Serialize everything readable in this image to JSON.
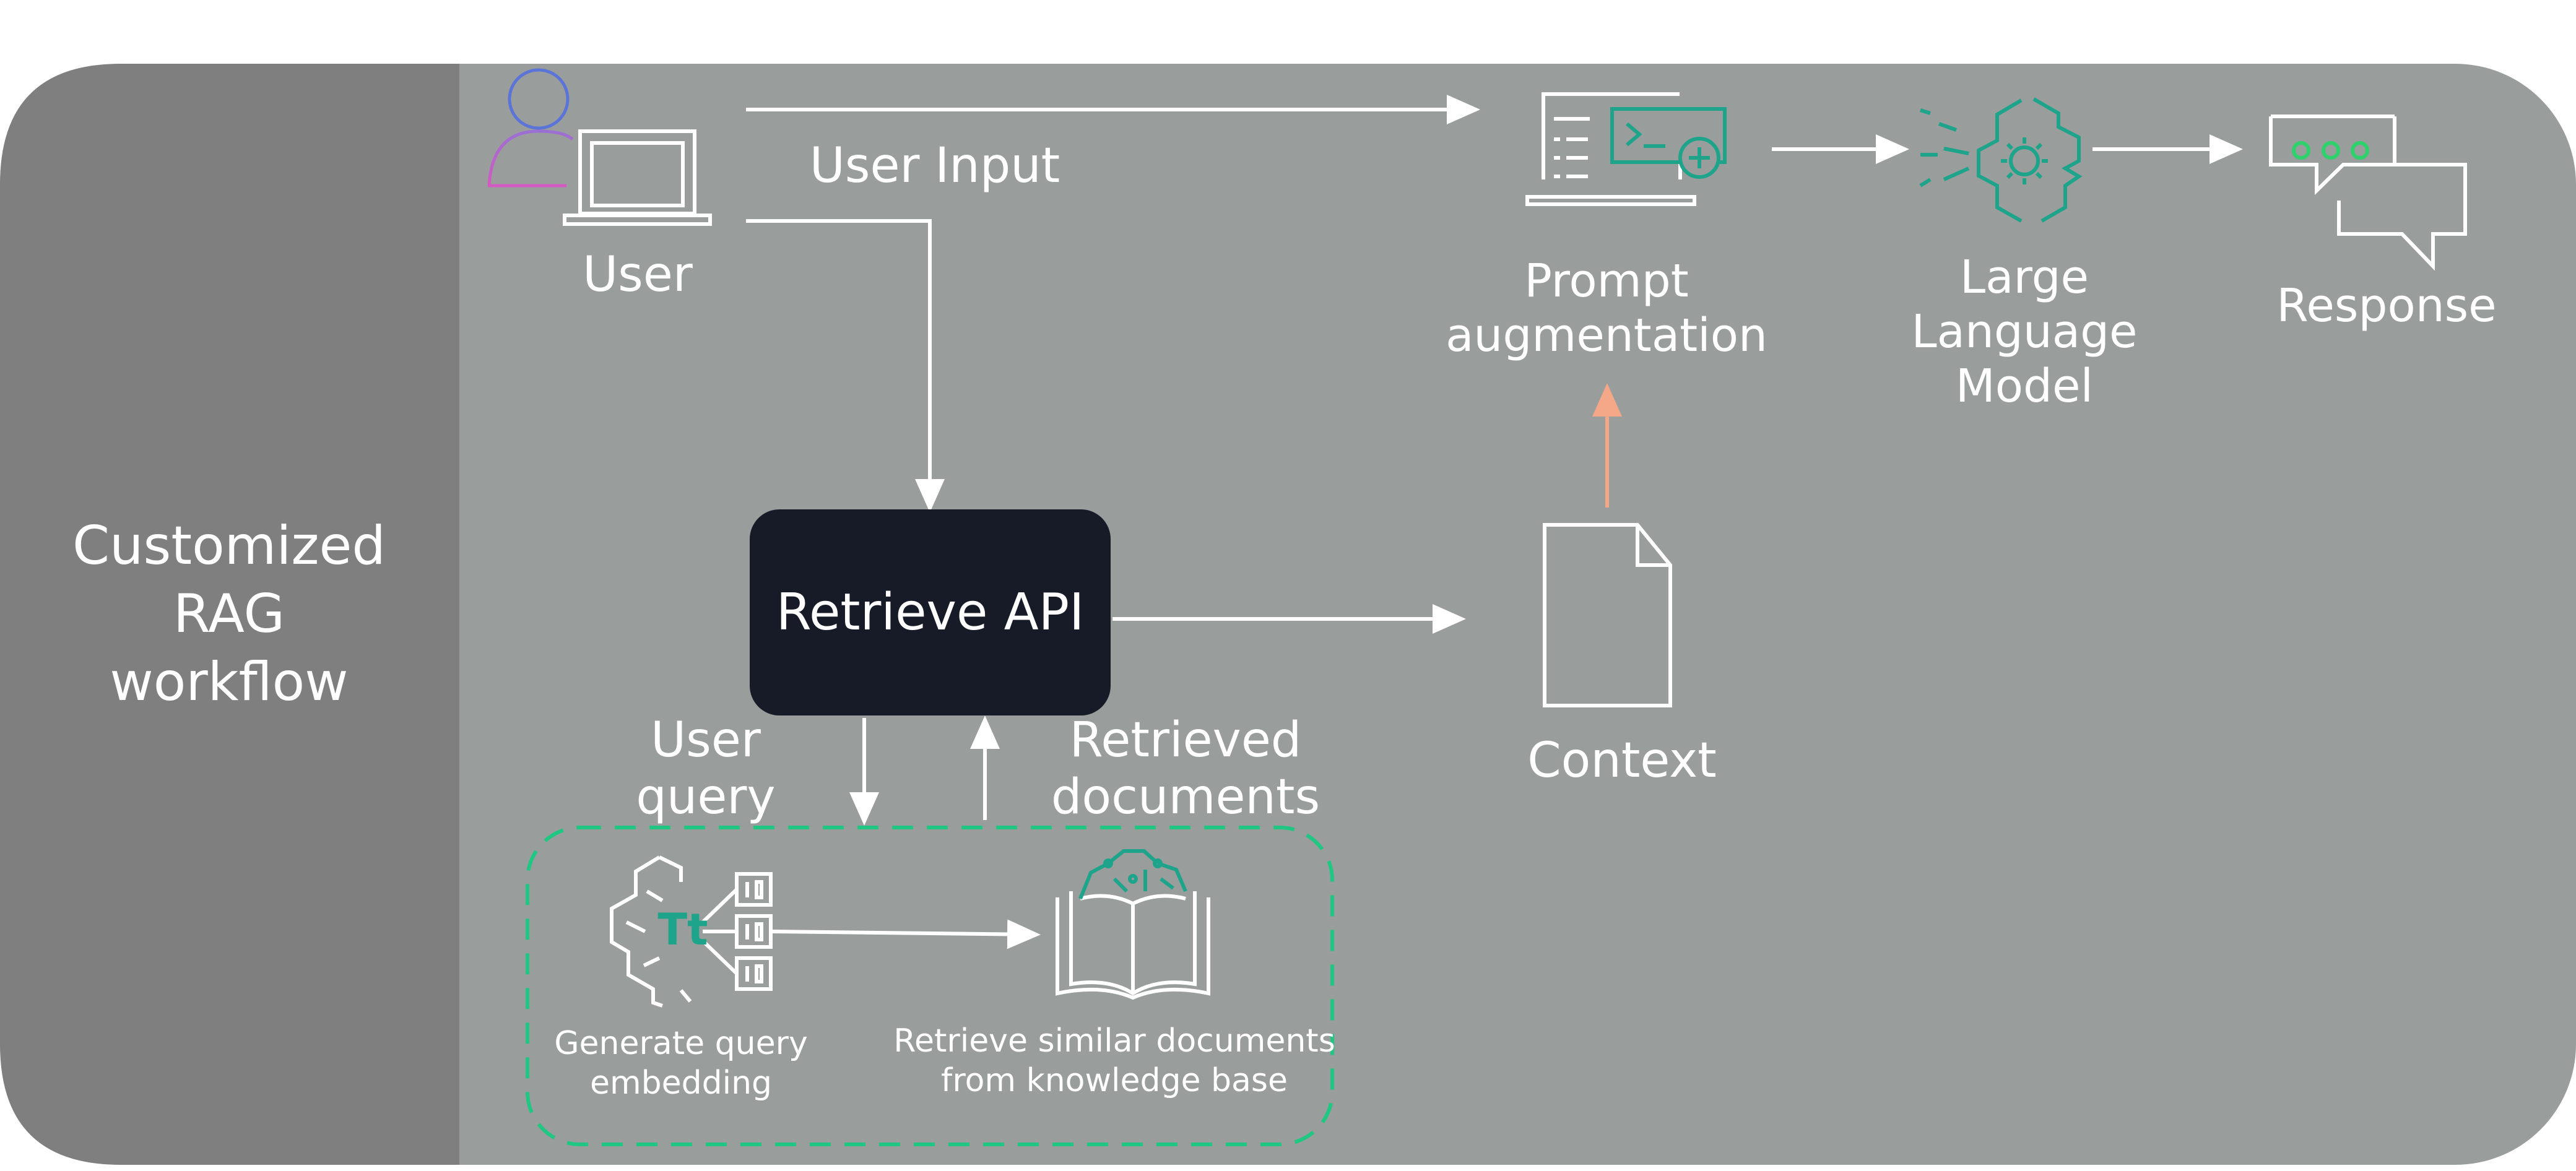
{
  "workflow": {
    "title": [
      "Customized",
      "RAG",
      "workflow"
    ]
  },
  "nodes": {
    "user": "User",
    "user_input": "User Input",
    "prompt_augmentation": [
      "Prompt",
      "augmentation"
    ],
    "llm": [
      "Large",
      "Language",
      "Model"
    ],
    "response": "Response",
    "retrieve_api": "Retrieve API",
    "context": "Context",
    "user_query": [
      "User",
      "query"
    ],
    "retrieved_documents": [
      "Retrieved",
      "documents"
    ],
    "generate_embedding": [
      "Generate query",
      "embedding"
    ],
    "retrieve_similar": [
      "Retrieve similar documents",
      "from knowledge base"
    ],
    "tt": "Tt"
  },
  "colors": {
    "page_background": "#ffffff",
    "panel": "#999d9c",
    "sidebar": "#7f7f7f",
    "api_box": "#161b27",
    "line": "#ffffff",
    "teal": "#1ea48a",
    "dashed_border": "#1fc783",
    "context_arrow": "#f4a888",
    "user_head": "#5a74d8",
    "user_body": "#c25dc7",
    "chat_dots": "#2fd16c"
  },
  "icons": [
    "user-person-icon",
    "laptop-icon",
    "prompt-terminal-icon",
    "brain-gear-icon",
    "chat-bubbles-icon",
    "document-icon",
    "embedding-head-icon",
    "open-book-network-icon"
  ]
}
